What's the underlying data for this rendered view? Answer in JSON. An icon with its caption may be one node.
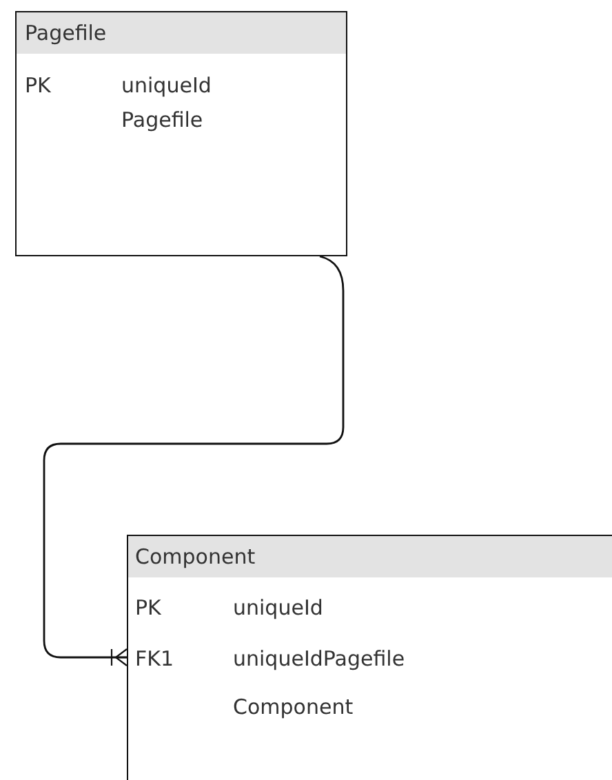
{
  "diagram": {
    "nodes": [
      {
        "text": [
          "Pagefile",
          "PK",
          "uniqueId",
          "Pagefile"
        ]
      },
      {
        "text": [
          "Component",
          "PK",
          "uniqueId",
          "FK1",
          "uniqueIdPagefile",
          "Component"
        ]
      }
    ],
    "edges": [
      {
        "from": 0,
        "to": 1,
        "arrow": "other"
      }
    ]
  }
}
